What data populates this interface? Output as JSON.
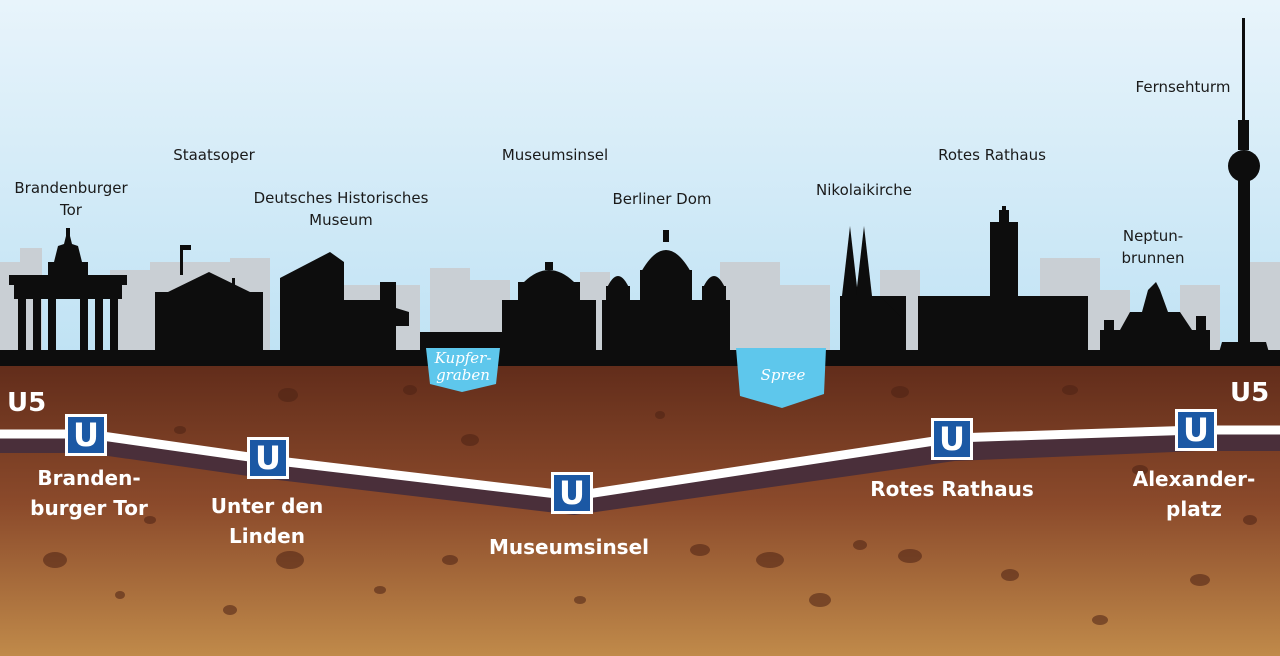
{
  "landmarks": [
    {
      "id": "brandenburger-tor",
      "label": "Brandenburger\nTor"
    },
    {
      "id": "staatsoper",
      "label": "Staatsoper"
    },
    {
      "id": "dhm",
      "label": "Deutsches Historisches\nMuseum"
    },
    {
      "id": "museumsinsel",
      "label": "Museumsinsel"
    },
    {
      "id": "berliner-dom",
      "label": "Berliner Dom"
    },
    {
      "id": "nikolaikirche",
      "label": "Nikolaikirche"
    },
    {
      "id": "rotes-rathaus",
      "label": "Rotes Rathaus"
    },
    {
      "id": "neptunbrunnen",
      "label": "Neptun-\nbrunnen"
    },
    {
      "id": "fernsehturm",
      "label": "Fernsehturm"
    }
  ],
  "waters": [
    {
      "id": "kupfergraben",
      "label": "Kupfer-\ngraben"
    },
    {
      "id": "spree",
      "label": "Spree"
    }
  ],
  "line": {
    "name": "U5",
    "sign_letter": "U"
  },
  "stations": [
    {
      "id": "brandenburger-tor",
      "label": "Branden-\nburger Tor"
    },
    {
      "id": "unter-den-linden",
      "label": "Unter den\nLinden"
    },
    {
      "id": "museumsinsel",
      "label": "Museumsinsel"
    },
    {
      "id": "rotes-rathaus",
      "label": "Rotes Rathaus"
    },
    {
      "id": "alexanderplatz",
      "label": "Alexander-\nplatz"
    }
  ],
  "colors": {
    "sky_top": "#e8f4fb",
    "sky_bottom": "#bfe2f4",
    "silhouette": "#0d0d0d",
    "background_city": "#c9cfd4",
    "ground_top": "#5e2a19",
    "ground_bottom": "#c08a4a",
    "water": "#5ec7ec",
    "track": "#ffffff",
    "track_shadow": "#4a2f3a",
    "u_sign": "#1b58a4"
  }
}
